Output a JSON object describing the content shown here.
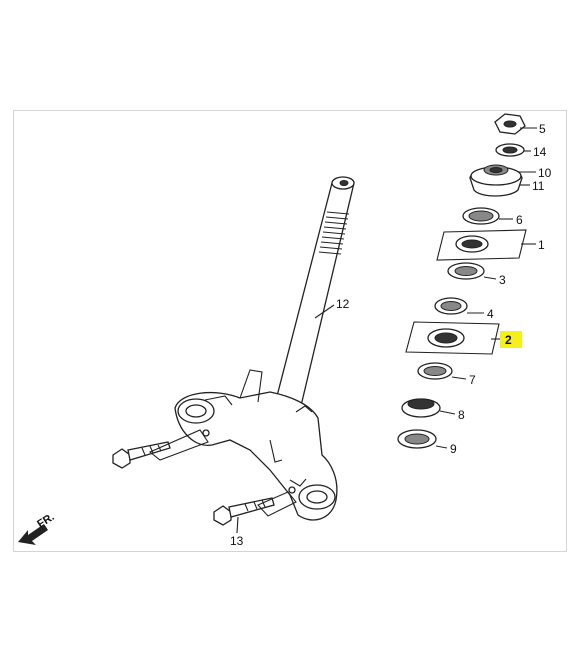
{
  "diagram": {
    "direction_label": "FR.",
    "callouts": [
      {
        "id": "callout-5",
        "label": "5"
      },
      {
        "id": "callout-14",
        "label": "14"
      },
      {
        "id": "callout-10",
        "label": "10"
      },
      {
        "id": "callout-11",
        "label": "11"
      },
      {
        "id": "callout-6",
        "label": "6"
      },
      {
        "id": "callout-1",
        "label": "1"
      },
      {
        "id": "callout-3",
        "label": "3"
      },
      {
        "id": "callout-4",
        "label": "4"
      },
      {
        "id": "callout-2",
        "label": "2",
        "highlighted": true
      },
      {
        "id": "callout-7",
        "label": "7"
      },
      {
        "id": "callout-8",
        "label": "8"
      },
      {
        "id": "callout-9",
        "label": "9"
      },
      {
        "id": "callout-12",
        "label": "12"
      },
      {
        "id": "callout-13",
        "label": "13"
      }
    ],
    "highlight_color": "#f5ef1a"
  }
}
